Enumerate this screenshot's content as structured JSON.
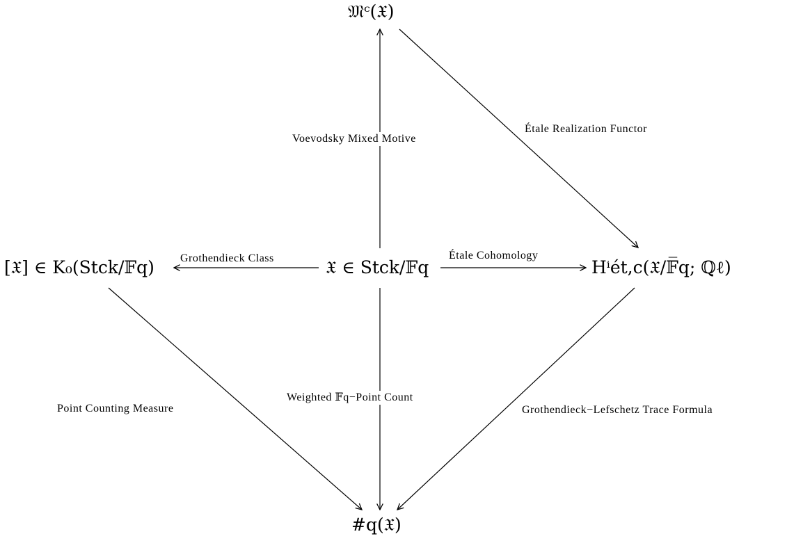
{
  "nodes": {
    "motive": "𝔐ᶜ(𝔛)",
    "stack": "𝔛 ∈ Stck/𝔽q",
    "k0_class": "[𝔛] ∈ K₀(Stck/𝔽q)",
    "etale_cohom": "Hⁱét,c(𝔛/𝔽̅q; ℚℓ)",
    "point_count": "#q(𝔛)"
  },
  "edges": {
    "voevodsky": "Voevodsky Mixed Motive",
    "etale_realization": "Étale Realization Functor",
    "grothendieck_class": "Grothendieck Class",
    "etale_cohomology": "Étale Cohomology",
    "weighted_count": "Weighted 𝔽q−Point Count",
    "point_counting_measure": "Point Counting Measure",
    "trace_formula": "Grothendieck−Lefschetz Trace Formula"
  }
}
